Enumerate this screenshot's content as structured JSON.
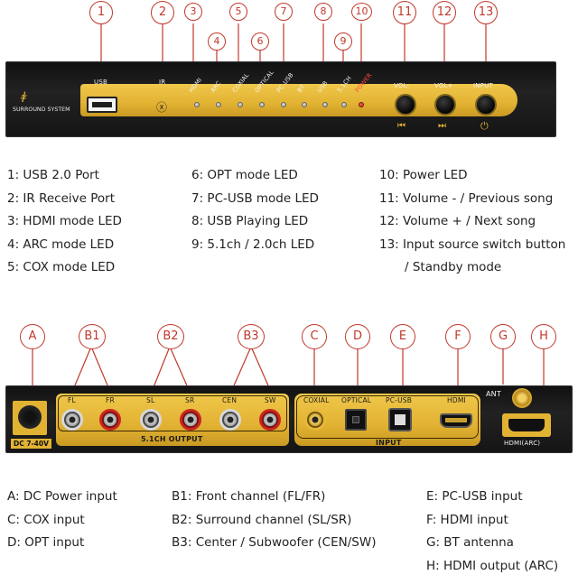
{
  "top_callouts": [
    "1",
    "2",
    "3",
    "4",
    "5",
    "6",
    "7",
    "8",
    "9",
    "10",
    "11",
    "12",
    "13"
  ],
  "front_panel": {
    "labels": {
      "usb": "USB",
      "ir": "IR",
      "hdmi": "HDMI",
      "arc": "ARC",
      "coxial": "COXIAL",
      "optical": "OPTICAL",
      "pcusb": "PC-USB",
      "bt": "BT",
      "usb2": "USB",
      "ch51": "5.1CH",
      "power": "POWER",
      "volminus": "VOL-",
      "volplus": "VOL+",
      "input": "INPUT",
      "brand": "SURROUND SYSTEM"
    },
    "icons": {
      "prev": "⏮",
      "next": "⏭",
      "standby": "⏻"
    }
  },
  "front_legend": {
    "col1": [
      "1: USB 2.0 Port",
      "2: IR Receive Port",
      "3: HDMI mode LED",
      "4: ARC mode LED",
      "5: COX mode LED"
    ],
    "col2": [
      "6: OPT mode LED",
      "7: PC-USB mode LED",
      "8: USB Playing LED",
      "9: 5.1ch / 2.0ch LED"
    ],
    "col3": [
      "10: Power LED",
      "11: Volume - / Previous song",
      "12: Volume + / Next song",
      "13: Input source switch button",
      "/ Standby mode"
    ]
  },
  "rear_callouts": [
    "A",
    "B1",
    "B2",
    "B3",
    "C",
    "D",
    "E",
    "F",
    "G",
    "H"
  ],
  "rear_panel": {
    "labels": {
      "fl": "FL",
      "fr": "FR",
      "sl": "SL",
      "sr": "SR",
      "cen": "CEN",
      "sw": "SW",
      "output": "5.1CH OUTPUT",
      "coxial": "COXIAL",
      "optical": "OPTICAL",
      "pcusb": "PC-USB",
      "hdmi": "HDMI",
      "input": "INPUT",
      "ant": "ANT",
      "hdmiarc": "HDMI(ARC)",
      "dc": "DC 7-40V"
    }
  },
  "rear_legend": {
    "col1": [
      "A: DC Power input",
      "C: COX input",
      "D: OPT input"
    ],
    "col2": [
      "B1: Front channel (FL/FR)",
      "B2: Surround channel (SL/SR)",
      "B3: Center / Subwoofer (CEN/SW)"
    ],
    "col3": [
      "E: PC-USB input",
      "F: HDMI input",
      "G: BT antenna",
      "H: HDMI output (ARC)"
    ]
  },
  "colors": {
    "callout": "#c0392b",
    "gold": "#e2b233",
    "panel": "#151515"
  }
}
